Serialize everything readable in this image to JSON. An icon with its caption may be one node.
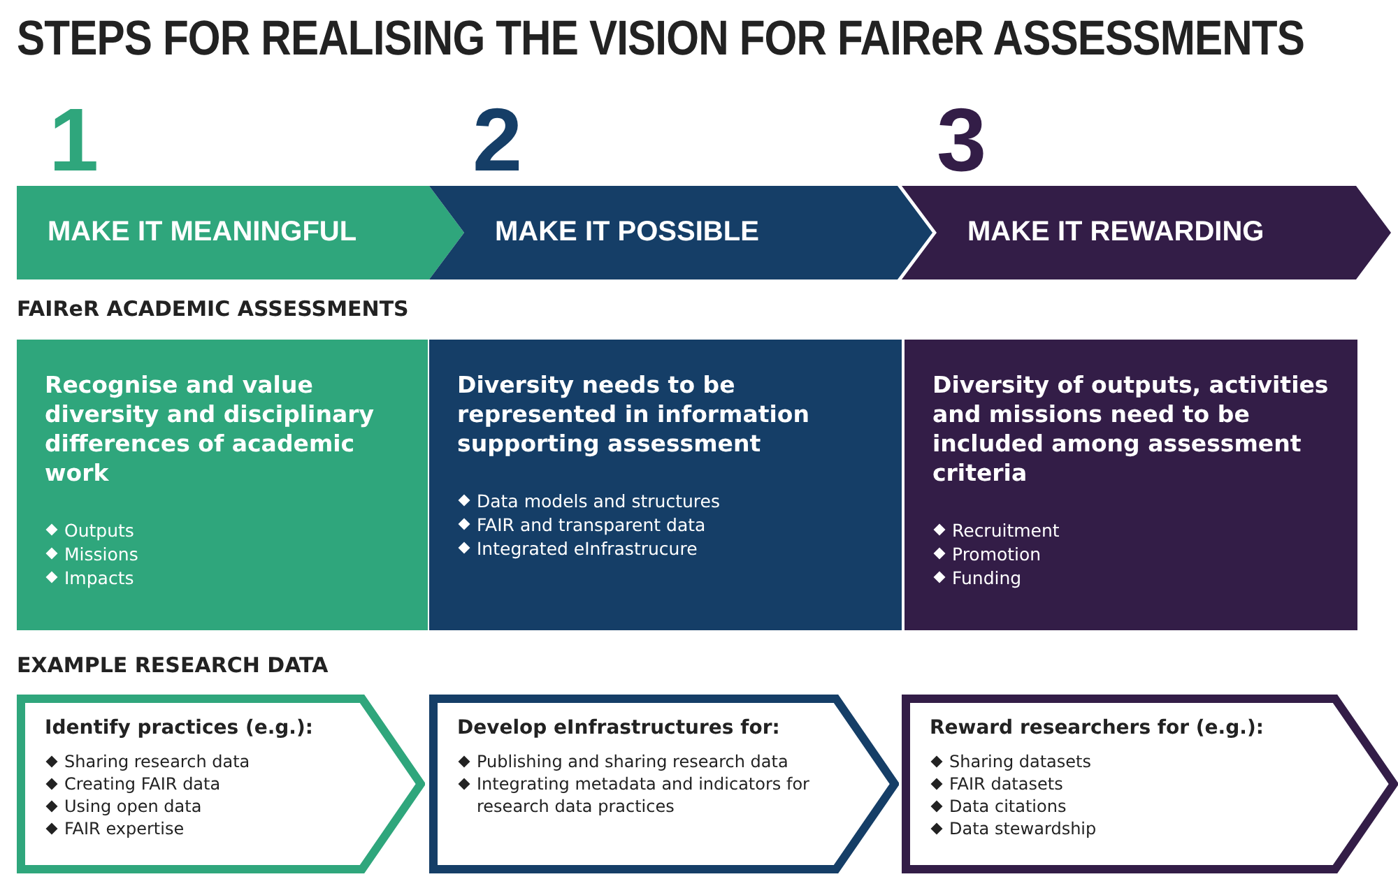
{
  "diagram": {
    "title": "STEPS FOR REALISING THE VISION FOR FAIReR ASSESSMENTS",
    "nodes": [
      {
        "text": [
          "MAKE IT MEANINGFUL"
        ],
        "beside": [
          "1"
        ]
      },
      {
        "text": [
          "MAKE IT POSSIBLE"
        ],
        "beside": [
          "2"
        ]
      },
      {
        "text": [
          "MAKE IT REWARDING"
        ],
        "beside": [
          "3"
        ]
      },
      {
        "text": [
          "Recognise and value diversity and disciplinary differences of academic work",
          "Outputs",
          "Missions",
          "Impacts"
        ]
      },
      {
        "text": [
          "Diversity needs to be represented in information supporting assessment",
          "Data models and structures",
          "FAIR and transparent data",
          "Integrated eInfrastrucure"
        ]
      },
      {
        "text": [
          "Diversity of outputs, activities and missions need to be included among assessment criteria",
          "Recruitment",
          "Promotion",
          "Funding"
        ]
      },
      {
        "text": [
          "Identify practices (e.g.):",
          "Sharing research data",
          "Creating FAIR data",
          "Using open data",
          "FAIR expertise"
        ]
      },
      {
        "text": [
          "Develop eInfrastructures for:",
          "Publishing and sharing research data",
          "Integrating metadata and indicators for research data practices"
        ]
      },
      {
        "text": [
          "Reward researchers for (e.g.):",
          "Sharing datasets",
          "FAIR datasets",
          "Data citations",
          "Data stewardship"
        ]
      }
    ],
    "labels": [
      "FAIReR ACADEMIC ASSESSMENTS",
      "EXAMPLE RESEARCH DATA"
    ]
  }
}
